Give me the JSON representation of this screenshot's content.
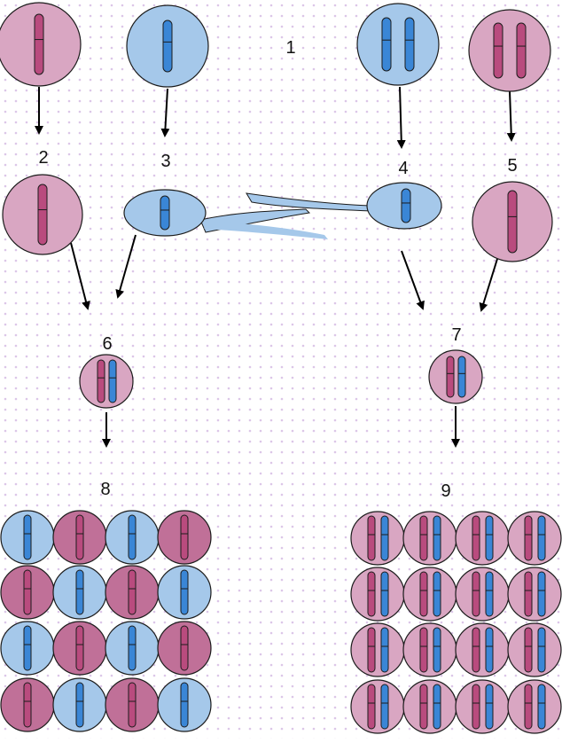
{
  "labels": {
    "l1": "1",
    "l2": "2",
    "l3": "3",
    "l4": "4",
    "l5": "5",
    "l6": "6",
    "l7": "7",
    "l8": "8",
    "l9": "9"
  },
  "colors": {
    "pink_cell": "#d9a6c2",
    "magenta_cell": "#c07098",
    "blue_cell": "#a5c8ea",
    "magenta_chromosome": "#b94b7e",
    "blue_chromosome": "#3a86d6",
    "outline": "#1c1c1c",
    "grid_dots": "#dcc6e8",
    "arrow": "#000000"
  }
}
